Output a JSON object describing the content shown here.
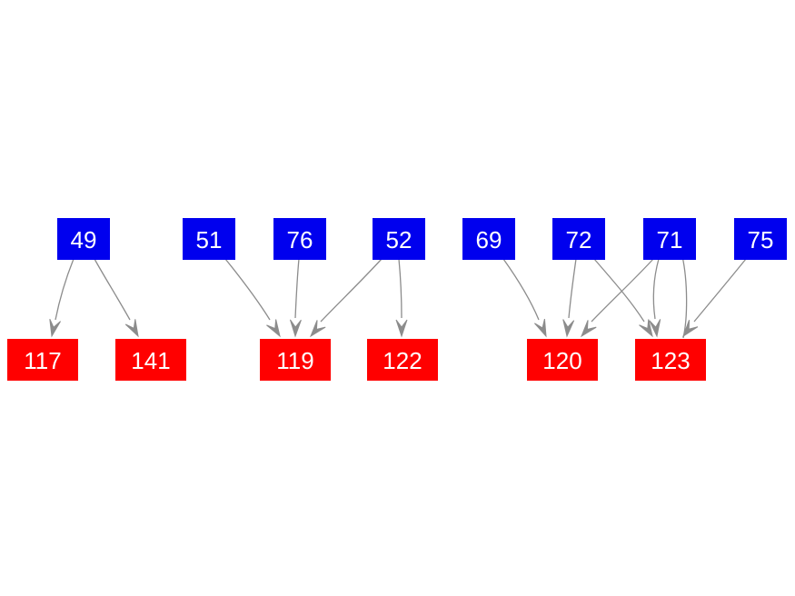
{
  "colors": {
    "source_node": "#0000ee",
    "target_node": "#ff0000",
    "edge": "#8c8c8c",
    "label": "#ffffff"
  },
  "nodes": [
    {
      "id": "49",
      "label": "49",
      "kind": "source"
    },
    {
      "id": "51",
      "label": "51",
      "kind": "source"
    },
    {
      "id": "76",
      "label": "76",
      "kind": "source"
    },
    {
      "id": "52",
      "label": "52",
      "kind": "source"
    },
    {
      "id": "69",
      "label": "69",
      "kind": "source"
    },
    {
      "id": "72",
      "label": "72",
      "kind": "source"
    },
    {
      "id": "71",
      "label": "71",
      "kind": "source"
    },
    {
      "id": "75",
      "label": "75",
      "kind": "source"
    },
    {
      "id": "117",
      "label": "117",
      "kind": "target"
    },
    {
      "id": "141",
      "label": "141",
      "kind": "target"
    },
    {
      "id": "119",
      "label": "119",
      "kind": "target"
    },
    {
      "id": "122",
      "label": "122",
      "kind": "target"
    },
    {
      "id": "120",
      "label": "120",
      "kind": "target"
    },
    {
      "id": "123",
      "label": "123",
      "kind": "target"
    }
  ],
  "edges": [
    {
      "from": "49",
      "to": "117"
    },
    {
      "from": "49",
      "to": "141"
    },
    {
      "from": "51",
      "to": "119"
    },
    {
      "from": "76",
      "to": "119"
    },
    {
      "from": "52",
      "to": "119"
    },
    {
      "from": "52",
      "to": "122"
    },
    {
      "from": "69",
      "to": "120"
    },
    {
      "from": "72",
      "to": "120"
    },
    {
      "from": "72",
      "to": "123"
    },
    {
      "from": "71",
      "to": "120"
    },
    {
      "from": "71",
      "to": "123"
    },
    {
      "from": "123",
      "to": "71"
    },
    {
      "from": "75",
      "to": "123"
    }
  ]
}
